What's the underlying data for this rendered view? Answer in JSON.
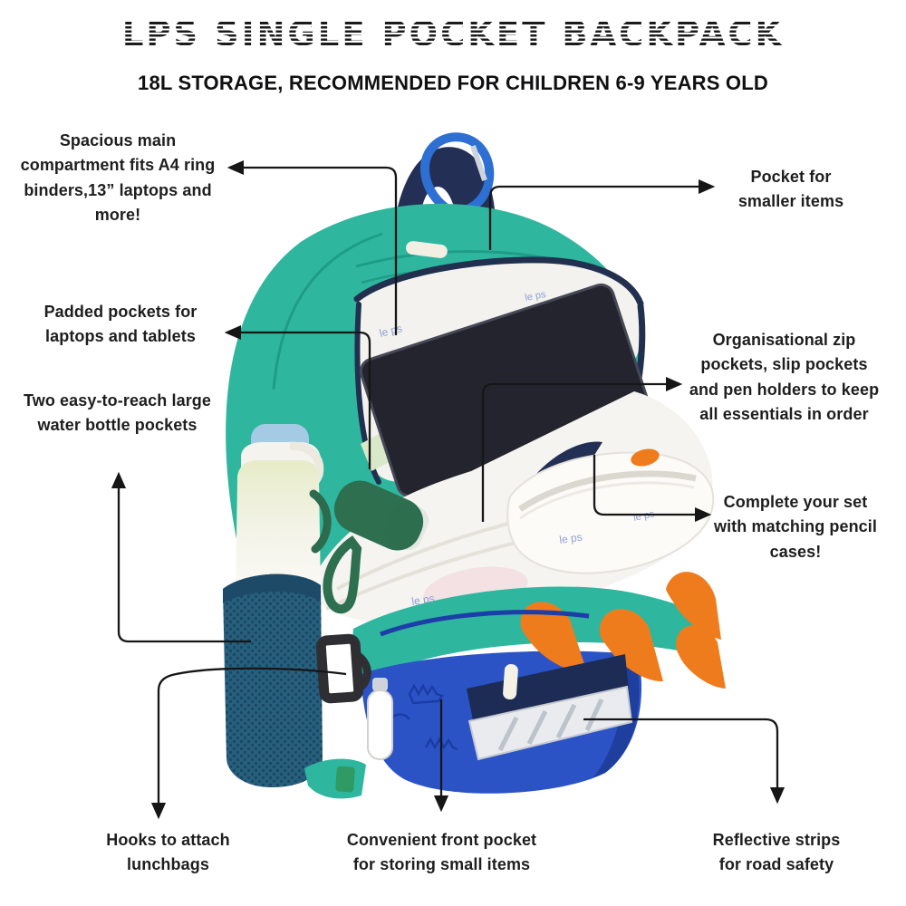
{
  "header": {
    "title": "LPS SINGLE POCKET BACKPACK",
    "subtitle": "18L STORAGE, RECOMMENDED FOR CHILDREN 6-9 YEARS OLD"
  },
  "callouts": {
    "main_compartment": {
      "text": "Spacious main\ncompartment fits A4 ring\nbinders,13” laptops and\nmore!"
    },
    "small_pocket": {
      "text": "Pocket for\nsmaller items"
    },
    "padded_pockets": {
      "text": "Padded pockets for\nlaptops and tablets"
    },
    "organisation": {
      "text": "Organisational zip\npockets, slip pockets\nand pen holders to keep\nall essentials in order"
    },
    "water_bottles": {
      "text": "Two easy-to-reach large\nwater bottle pockets"
    },
    "pencil_case": {
      "text": "Complete your set\nwith matching pencil\ncases!"
    },
    "hooks": {
      "text": "Hooks to attach\nlunchbags"
    },
    "front_pocket": {
      "text": "Convenient front pocket\nfor storing small items"
    },
    "reflective": {
      "text": "Reflective strips\nfor road safety"
    }
  },
  "illustration": {
    "lining_print": "le ps",
    "colors": {
      "teal": "#2eb79e",
      "teal_dark": "#1f9c87",
      "navy": "#22304f",
      "royal_blue": "#2b53c6",
      "dino_print_blue": "#17379c",
      "orange_spike": "#ef7c1c",
      "mesh_blue": "#27607e",
      "carabiner_blue": "#2e6fd4",
      "lining_white": "#f5f4f0",
      "reflective_silver": "#e9ebee",
      "arrow_ink": "#161616"
    }
  }
}
